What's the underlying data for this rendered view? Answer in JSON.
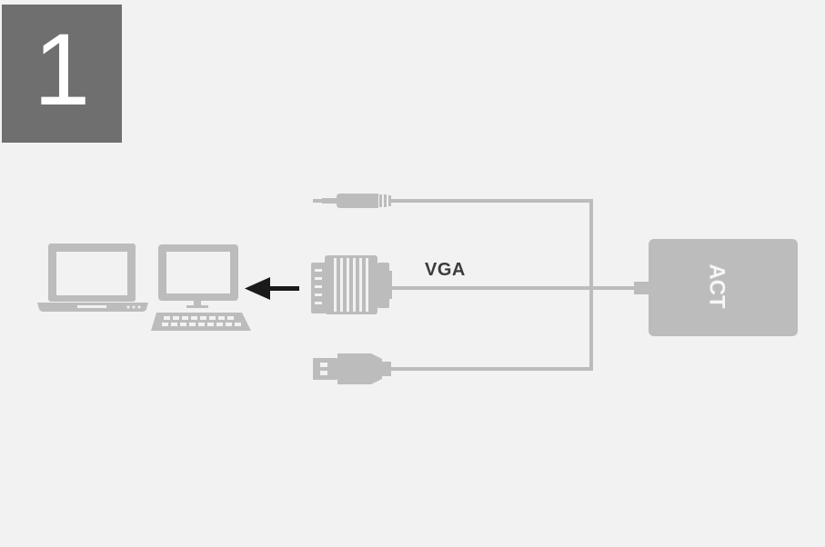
{
  "step": {
    "number": "1"
  },
  "labels": {
    "vga": "VGA",
    "brand": "ACT"
  },
  "colors": {
    "background": "#f2f2f2",
    "step_box": "#6f6f70",
    "device": "#bcbcbc",
    "cable": "#bcbcbc",
    "arrow": "#1a1a1a",
    "label": "#3b3b3b"
  }
}
